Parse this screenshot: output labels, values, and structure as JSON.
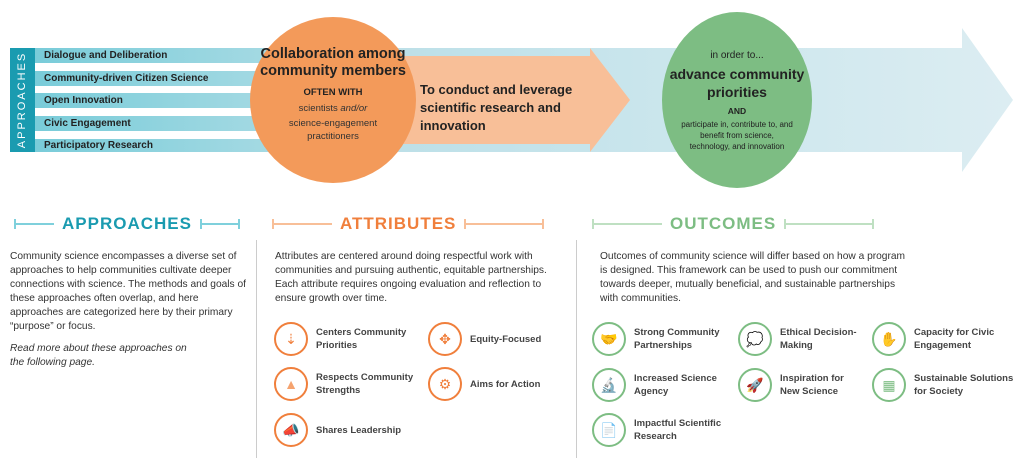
{
  "approaches_band": {
    "label": "APPROACHES",
    "items": [
      "Dialogue and Deliberation",
      "Community-driven Citizen Science",
      "Open Innovation",
      "Civic Engagement",
      "Participatory Research"
    ]
  },
  "collaboration": {
    "title": "Collaboration among community members",
    "often_with": "OFTEN WITH",
    "with_line1_a": "scientists",
    "with_line1_b": "and/or",
    "with_line2": "science-engagement practitioners"
  },
  "middle_arrow": {
    "text": "To conduct and leverage scientific research and innovation"
  },
  "outcome_circle": {
    "intro": "in order to...",
    "title": "advance community priorities",
    "and": "AND",
    "detail": "participate in, contribute to, and benefit from science, technology, and innovation"
  },
  "sections": {
    "approaches": {
      "heading": "APPROACHES",
      "text": "Community science encompasses a diverse set of approaches to help communities cultivate deeper connections with science. The methods and goals of these approaches often overlap, and here approaches are categorized here by their primary “purpose” or focus.",
      "note": "Read more about these approaches on the following page."
    },
    "attributes": {
      "heading": "ATTRIBUTES",
      "text": "Attributes are centered around doing respectful work with communities and pursuing authentic, equitable partnerships. Each attribute requires ongoing evaluation and reflection to ensure growth over time.",
      "items": [
        "Centers Community Priorities",
        "Equity-Focused",
        "Respects Community Strengths",
        "Aims for Action",
        "Shares Leadership"
      ]
    },
    "outcomes": {
      "heading": "OUTCOMES",
      "text": "Outcomes of community science will differ based on how a program is designed. This framework can be used to push our commitment towards deeper, mutually beneficial, and sustainable partnerships with communities.",
      "items": [
        "Strong Community Partnerships",
        "Ethical Decision-Making",
        "Capacity for Civic Engagement",
        "Increased Science Agency",
        "Inspiration for New Science",
        "Sustainable Solutions for Society",
        "Impactful Scientific Research"
      ]
    }
  },
  "colors": {
    "teal": "#1a9bb0",
    "light_teal": "#7fd0dc",
    "orange": "#f39a5a",
    "peach": "#f8bf98",
    "green": "#7dbd83",
    "band": "#bfe0e8"
  }
}
